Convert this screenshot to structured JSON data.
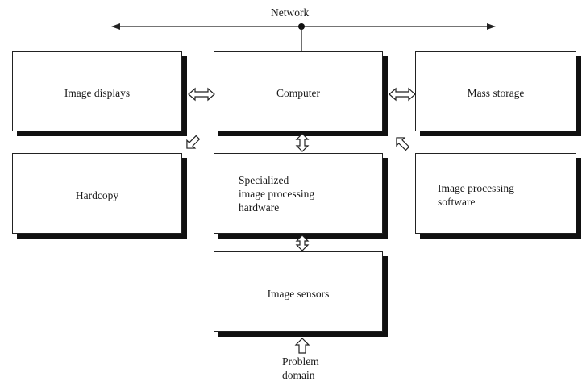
{
  "diagram": {
    "network_label": "Network",
    "boxes": {
      "image_displays": "Image displays",
      "computer": "Computer",
      "mass_storage": "Mass storage",
      "hardcopy": "Hardcopy",
      "specialized_line1": "Specialized",
      "specialized_line2": "image processing",
      "specialized_line3": "hardware",
      "software_line1": "Image processing",
      "software_line2": "software",
      "image_sensors": "Image sensors"
    },
    "problem_domain_line1": "Problem",
    "problem_domain_line2": "domain"
  }
}
